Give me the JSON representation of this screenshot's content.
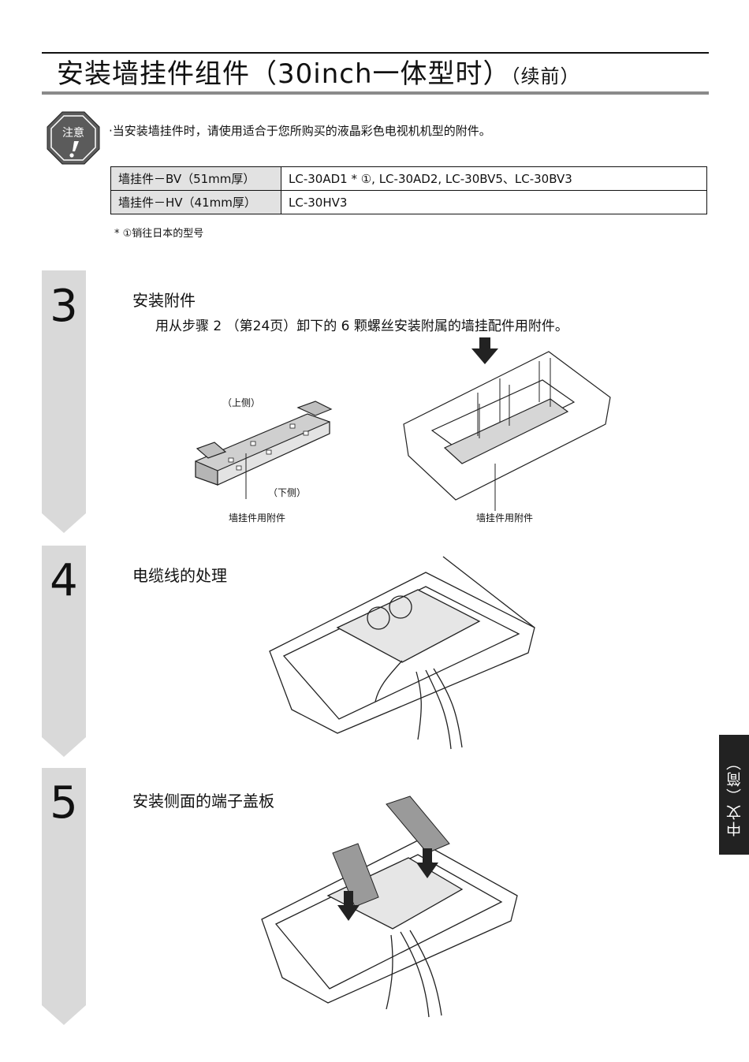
{
  "header": {
    "title_main": "安装墙挂件组件（30inch一体型时）",
    "title_sub": "（续前）"
  },
  "caution": {
    "icon_label": "注意",
    "text": "·当安装墙挂件时，请使用适合于您所购买的液晶彩色电视机机型的附件。"
  },
  "spec_table": {
    "rows": [
      {
        "bracket": "墙挂件－BV（51mm厚）",
        "models": "LC-30AD1 * ①, LC-30AD2, LC-30BV5、LC-30BV3"
      },
      {
        "bracket": "墙挂件－HV（41mm厚）",
        "models": "LC-30HV3"
      }
    ],
    "footnote": "* ①销往日本的型号"
  },
  "steps": [
    {
      "number": "3",
      "title": "安装附件",
      "description": "用从步骤 2 （第24页）卸下的 6 颗螺丝安装附属的墙挂配件用附件。",
      "labels": {
        "upper_side": "（上侧）",
        "lower_side": "（下侧）",
        "bracket_left": "墙挂件用附件",
        "bracket_right": "墙挂件用附件"
      }
    },
    {
      "number": "4",
      "title": "电缆线的处理"
    },
    {
      "number": "5",
      "title": "安装侧面的端子盖板"
    }
  ],
  "language_tab": "中文（简）"
}
